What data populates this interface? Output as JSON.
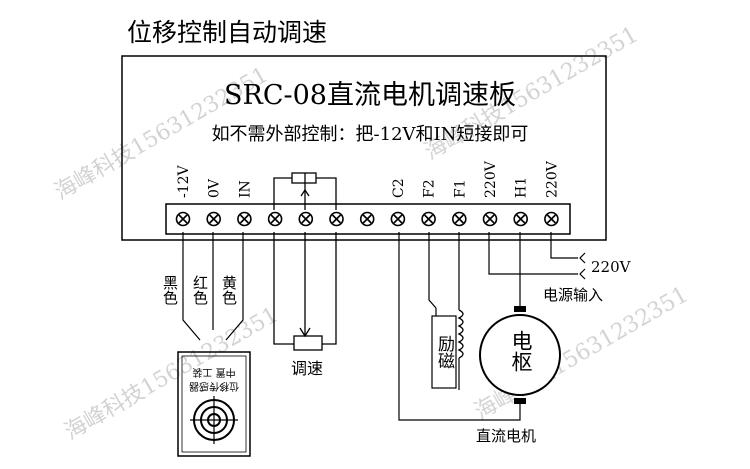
{
  "header": {
    "title": "位移控制自动调速"
  },
  "board": {
    "title": "SRC-08直流电机调速板",
    "subtitle": "如不需外部控制：把-12V和IN短接即可"
  },
  "terminals": {
    "labels": [
      "-12V",
      "0V",
      "IN",
      "",
      "",
      "",
      "",
      "C2",
      "F2",
      "F1",
      "220V",
      "H1",
      "220V"
    ]
  },
  "wires": {
    "colors": [
      "黑色",
      "红色",
      "黄色"
    ]
  },
  "sensor": {
    "line1": "位移传感器",
    "line2": "中置 工装"
  },
  "potentiometer": {
    "label": "调速"
  },
  "power": {
    "voltage": "220V",
    "label": "电源输入"
  },
  "motor": {
    "field_label": "励磁",
    "armature_label": "电枢",
    "caption": "直流电机"
  },
  "watermark": {
    "text": "海峰科技15631232351"
  }
}
